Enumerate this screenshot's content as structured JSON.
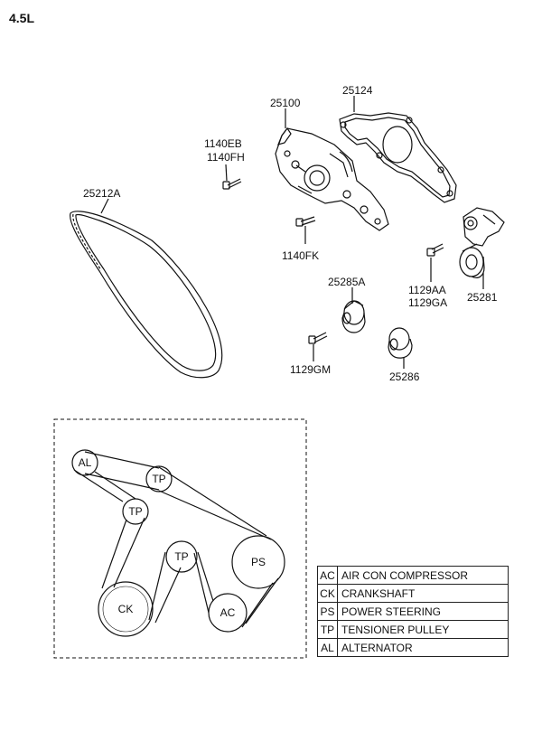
{
  "engine_label": "4.5L",
  "parts": {
    "p25100": "25100",
    "p25124": "25124",
    "p1140EB": "1140EB",
    "p1140FH": "1140FH",
    "p25212A": "25212A",
    "p1140FK": "1140FK",
    "p25285A": "25285A",
    "p1129AA": "1129AA",
    "p1129GA": "1129GA",
    "p25281": "25281",
    "p1129GM": "1129GM",
    "p25286": "25286"
  },
  "pulleys": {
    "al": "AL",
    "tp1": "TP",
    "tp2": "TP",
    "tp3": "TP",
    "ps": "PS",
    "ck": "CK",
    "ac": "AC"
  },
  "legend": [
    {
      "code": "AC",
      "desc": "AIR CON COMPRESSOR"
    },
    {
      "code": "CK",
      "desc": "CRANKSHAFT"
    },
    {
      "code": "PS",
      "desc": "POWER STEERING"
    },
    {
      "code": "TP",
      "desc": "TENSIONER PULLEY"
    },
    {
      "code": "AL",
      "desc": "ALTERNATOR"
    }
  ]
}
